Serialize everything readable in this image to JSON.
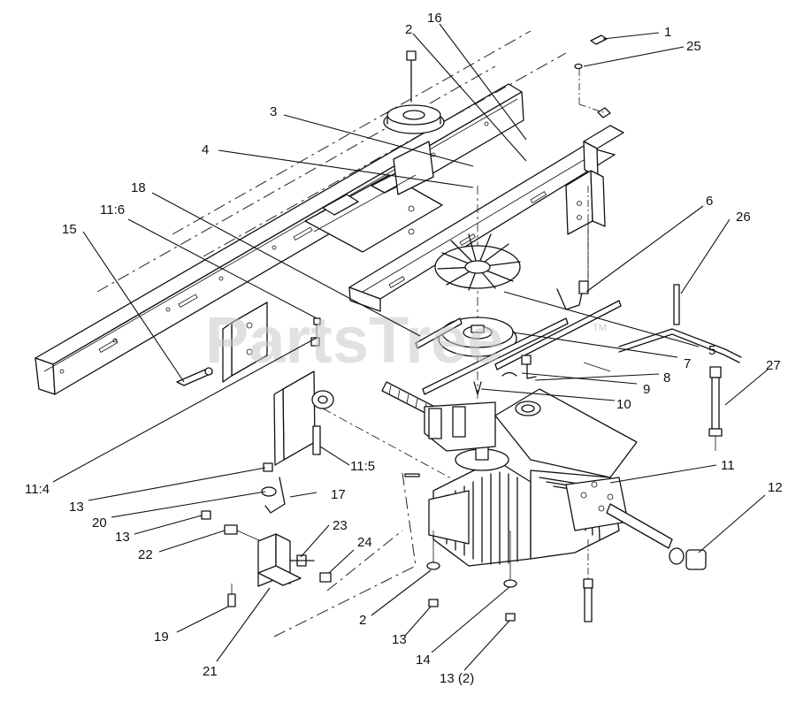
{
  "watermark": {
    "text": "PartsTree",
    "tm": "TM"
  },
  "callouts": [
    {
      "id": "c1",
      "text": "1"
    },
    {
      "id": "c25",
      "text": "25"
    },
    {
      "id": "c16",
      "text": "16"
    },
    {
      "id": "c2a",
      "text": "2"
    },
    {
      "id": "c3",
      "text": "3"
    },
    {
      "id": "c4",
      "text": "4"
    },
    {
      "id": "c18",
      "text": "18"
    },
    {
      "id": "c11_6",
      "text": "11:6"
    },
    {
      "id": "c15",
      "text": "15"
    },
    {
      "id": "c6",
      "text": "6"
    },
    {
      "id": "c26",
      "text": "26"
    },
    {
      "id": "c5",
      "text": "5"
    },
    {
      "id": "c7",
      "text": "7"
    },
    {
      "id": "c8",
      "text": "8"
    },
    {
      "id": "c9",
      "text": "9"
    },
    {
      "id": "c10",
      "text": "10"
    },
    {
      "id": "c27",
      "text": "27"
    },
    {
      "id": "c11",
      "text": "11"
    },
    {
      "id": "c12",
      "text": "12"
    },
    {
      "id": "c11_5",
      "text": "11:5"
    },
    {
      "id": "c11_4",
      "text": "11:4"
    },
    {
      "id": "c13a",
      "text": "13"
    },
    {
      "id": "c17",
      "text": "17"
    },
    {
      "id": "c20",
      "text": "20"
    },
    {
      "id": "c13b",
      "text": "13"
    },
    {
      "id": "c22",
      "text": "22"
    },
    {
      "id": "c23",
      "text": "23"
    },
    {
      "id": "c24",
      "text": "24"
    },
    {
      "id": "c19",
      "text": "19"
    },
    {
      "id": "c21",
      "text": "21"
    },
    {
      "id": "c2b",
      "text": "2"
    },
    {
      "id": "c13c",
      "text": "13"
    },
    {
      "id": "c14",
      "text": "14"
    },
    {
      "id": "c13_2",
      "text": "13 (2)"
    }
  ]
}
